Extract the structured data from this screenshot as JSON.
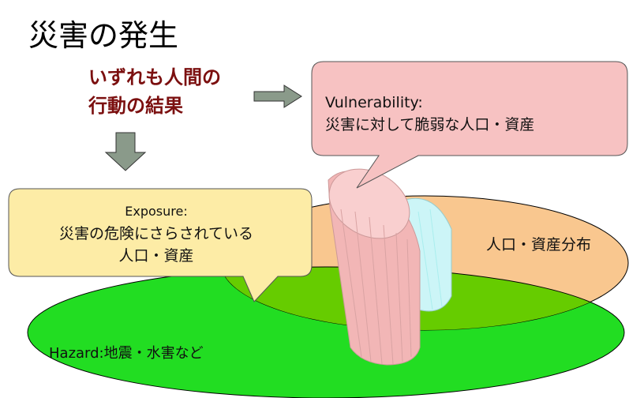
{
  "title": "災害の発生",
  "human_action": {
    "line1": "いずれも人間の",
    "line2": "行動の結果"
  },
  "vulnerability": {
    "heading": "Vulnerability:",
    "description": "災害に対して脆弱な人口・資産"
  },
  "exposure": {
    "heading": "Exposure:",
    "line2": "災害の危険にさらされている",
    "line3": "人口・資産"
  },
  "assets_label": "人口・資産分布",
  "hazard_label": "Hazard:地震・水害など",
  "colors": {
    "hazard_green": "#22dd22",
    "asset_orange": "#f9c78f",
    "overlap_green": "#66cc00",
    "vulnerability_pink": "#f7c2c2",
    "exposure_yellow": "#fdeca6",
    "exposure_cylinder_cyan": "#ccf5f7",
    "arrow_gray": "#8a9a8a",
    "emphasis_red": "#7b0f0f"
  }
}
